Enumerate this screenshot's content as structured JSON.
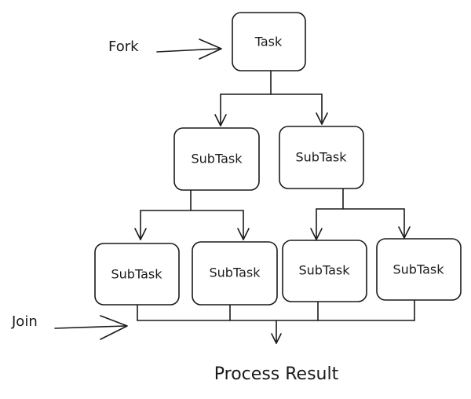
{
  "diagram": {
    "root": {
      "label": "Task"
    },
    "level1": [
      {
        "label": "SubTask"
      },
      {
        "label": "SubTask"
      }
    ],
    "level2": [
      {
        "label": "SubTask"
      },
      {
        "label": "SubTask"
      },
      {
        "label": "SubTask"
      },
      {
        "label": "SubTask"
      }
    ],
    "fork_label": "Fork",
    "join_label": "Join",
    "result_label": "Process Result"
  }
}
